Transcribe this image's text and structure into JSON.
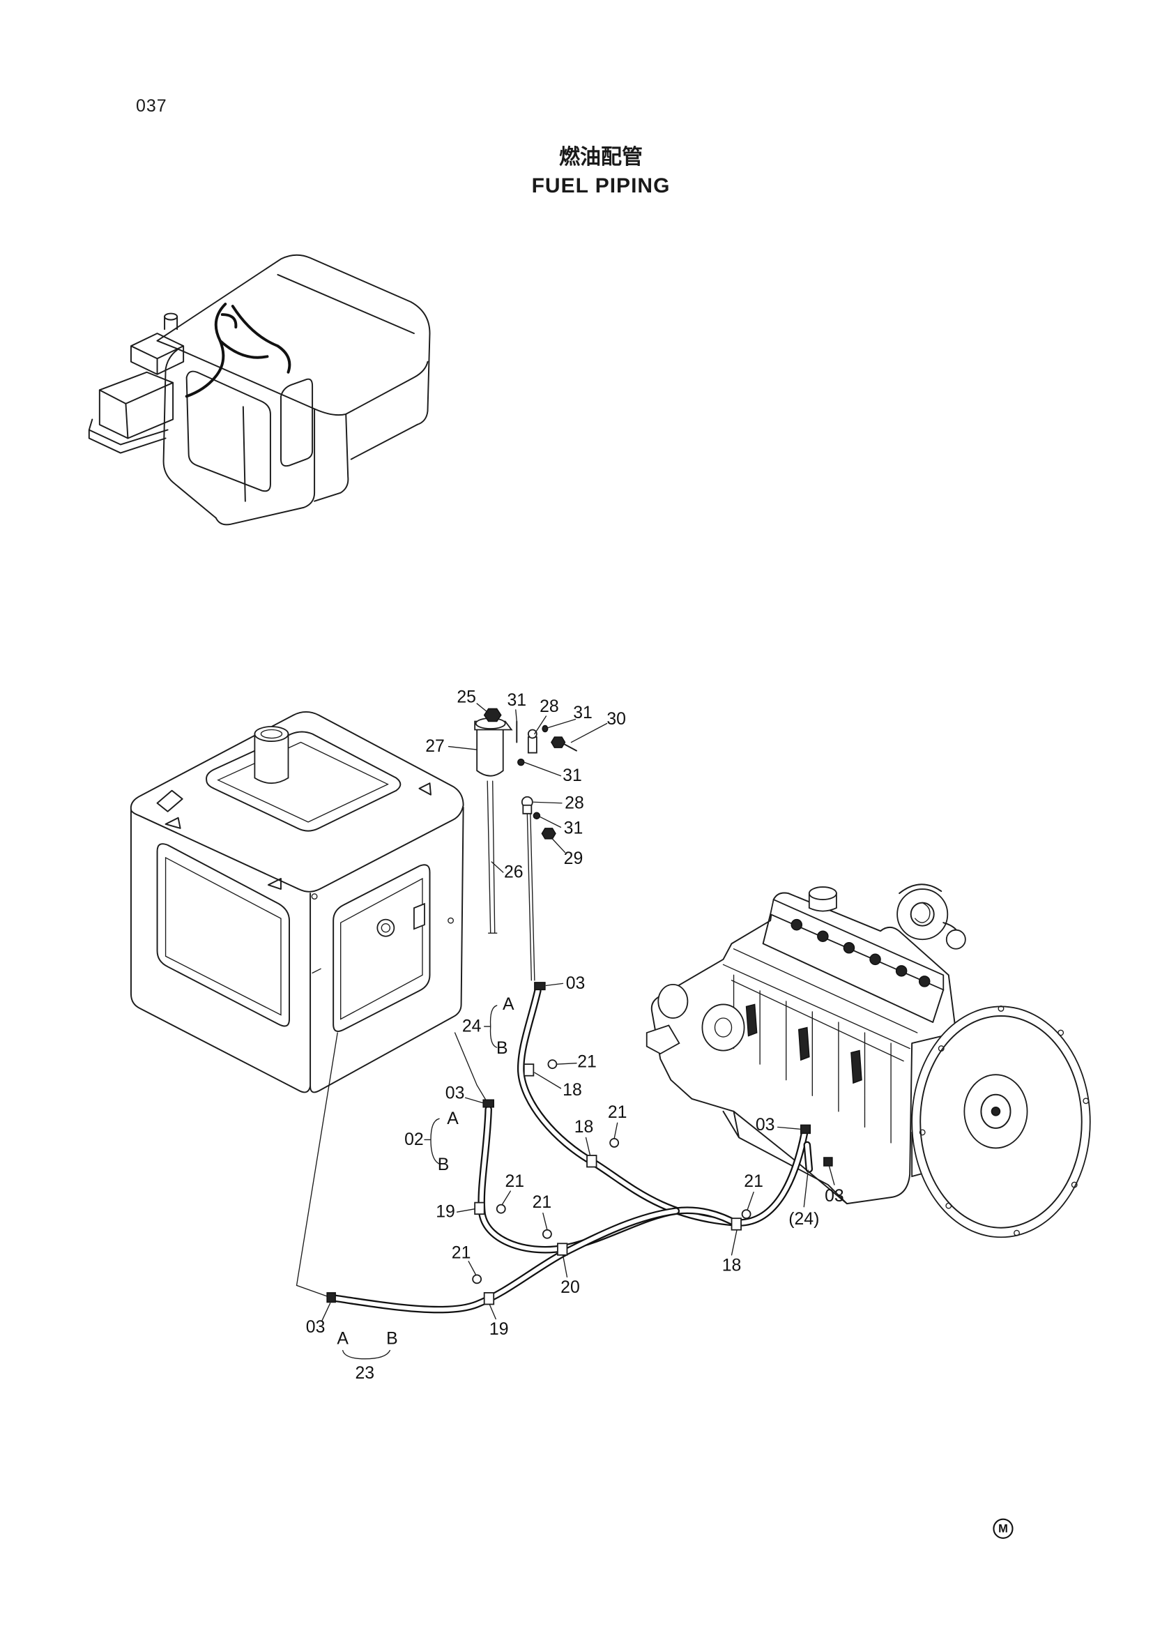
{
  "page_number": "037",
  "title_jp": "燃油配管",
  "title_en": "FUEL PIPING",
  "callouts": [
    "25",
    "31",
    "28",
    "31",
    "30",
    "27",
    "31",
    "28",
    "31",
    "29",
    "26",
    "03",
    "24",
    "A",
    "B",
    "21",
    "18",
    "03",
    "A",
    "02",
    "B",
    "21",
    "19",
    "21",
    "18",
    "21",
    "03",
    "21",
    "03",
    "(24)",
    "18",
    "20",
    "21",
    "03",
    "A",
    "B",
    "19",
    "23"
  ],
  "mark": "M"
}
